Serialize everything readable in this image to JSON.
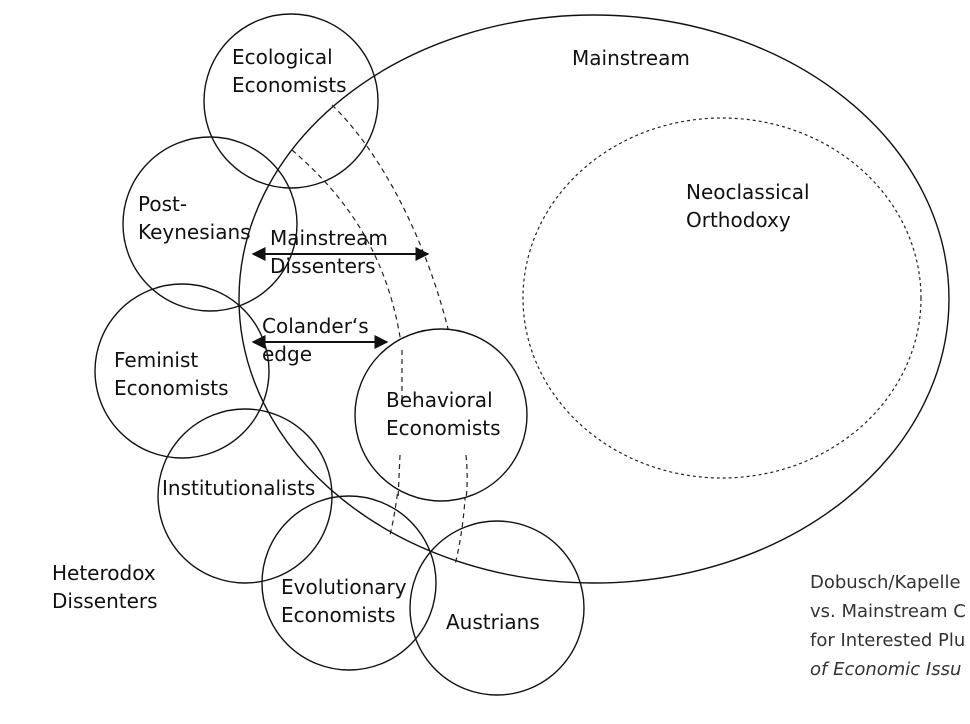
{
  "diagram": {
    "colors": {
      "line": "#111111",
      "dashed": "#222222",
      "text": "#111111",
      "citation_text": "#333333",
      "background": "#ffffff"
    },
    "regions": {
      "mainstream": "Mainstream",
      "neoclassical_line1": "Neoclassical",
      "neoclassical_line2": "Orthodoxy",
      "heterodox_line1": "Heterodox",
      "heterodox_line2": "Dissenters"
    },
    "schools": {
      "ecological_line1": "Ecological",
      "ecological_line2": "Economists",
      "postkeynesian_line1": "Post-",
      "postkeynesian_line2": "Keynesians",
      "feminist_line1": "Feminist",
      "feminist_line2": "Economists",
      "institutionalists": "Institutionalists",
      "evolutionary_line1": "Evolutionary",
      "evolutionary_line2": "Economists",
      "austrians": "Austrians",
      "behavioral_line1": "Behavioral",
      "behavioral_line2": "Economists"
    },
    "zones": {
      "mainstream_dissenters_line1": "Mainstream",
      "mainstream_dissenters_line2": "Dissenters",
      "colanders_edge_line1": "Colander‘s",
      "colanders_edge_line2": "edge"
    },
    "citation": {
      "line1": "Dobusch/Kapelle",
      "line2": "vs. Mainstream C",
      "line3": "for Interested Plu",
      "line4": "of Economic Issu"
    }
  }
}
